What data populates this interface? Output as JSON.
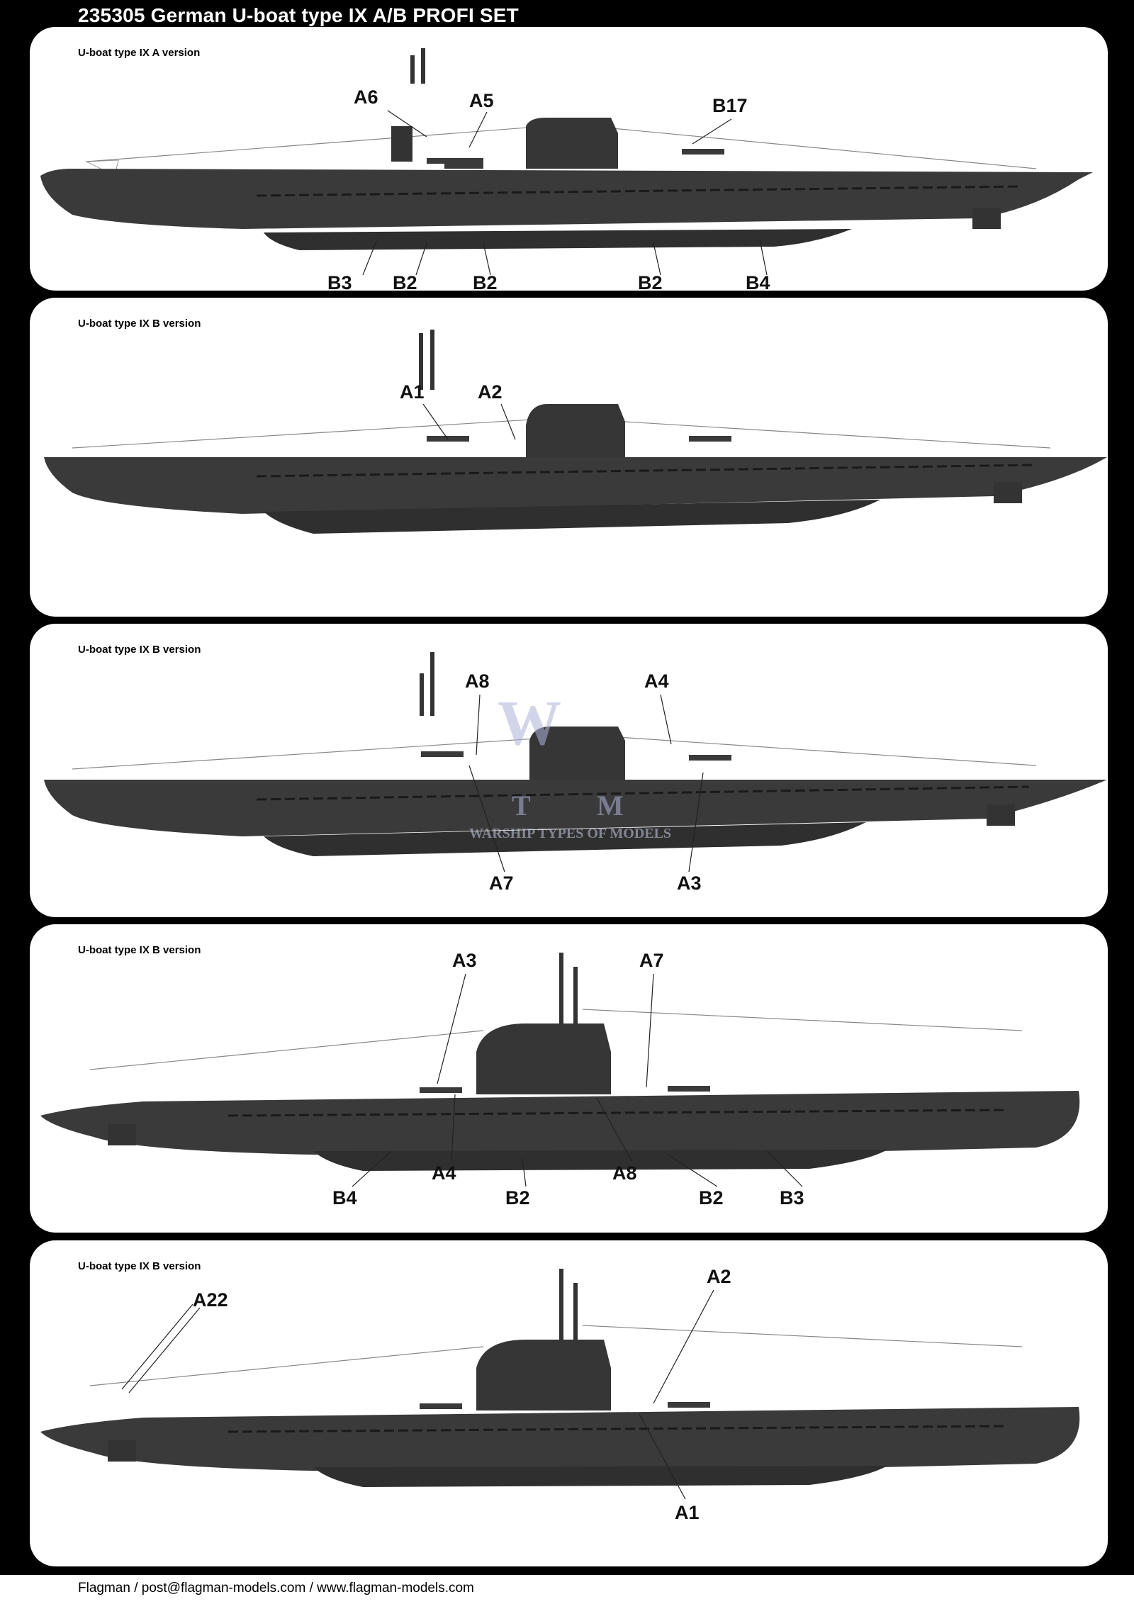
{
  "header": {
    "title": "235305 German U-boat type IX A/B PROFI SET"
  },
  "panels": [
    {
      "label": "U-boat type IX A version",
      "orientation": "bow-left",
      "callouts": [
        {
          "text": "A6"
        },
        {
          "text": "A5"
        },
        {
          "text": "B17"
        },
        {
          "text": "B3"
        },
        {
          "text": "B2"
        },
        {
          "text": "B2"
        },
        {
          "text": "B2"
        },
        {
          "text": "B4"
        }
      ]
    },
    {
      "label": "U-boat type IX B version",
      "orientation": "bow-left",
      "callouts": [
        {
          "text": "A1"
        },
        {
          "text": "A2"
        }
      ]
    },
    {
      "label": "U-boat type IX B version",
      "orientation": "bow-left",
      "callouts": [
        {
          "text": "A8"
        },
        {
          "text": "A4"
        },
        {
          "text": "A7"
        },
        {
          "text": "A3"
        }
      ],
      "watermark": {
        "letters": [
          "W",
          "T",
          "M"
        ],
        "text": "WARSHIP TYPES OF MODELS"
      }
    },
    {
      "label": "U-boat type IX B version",
      "orientation": "bow-right",
      "callouts": [
        {
          "text": "A3"
        },
        {
          "text": "A7"
        },
        {
          "text": "A4"
        },
        {
          "text": "A8"
        },
        {
          "text": "B4"
        },
        {
          "text": "B2"
        },
        {
          "text": "B2"
        },
        {
          "text": "B3"
        }
      ]
    },
    {
      "label": "U-boat type IX B version",
      "orientation": "bow-right",
      "callouts": [
        {
          "text": "A22"
        },
        {
          "text": "A2"
        },
        {
          "text": "A1"
        }
      ]
    }
  ],
  "footer": {
    "text": "Flagman / post@flagman-models.com / www.flagman-models.com"
  },
  "colors": {
    "hull": "#3a3a3a",
    "hull_dark": "#2b2b2b",
    "background": "#000000",
    "panel": "#ffffff"
  }
}
